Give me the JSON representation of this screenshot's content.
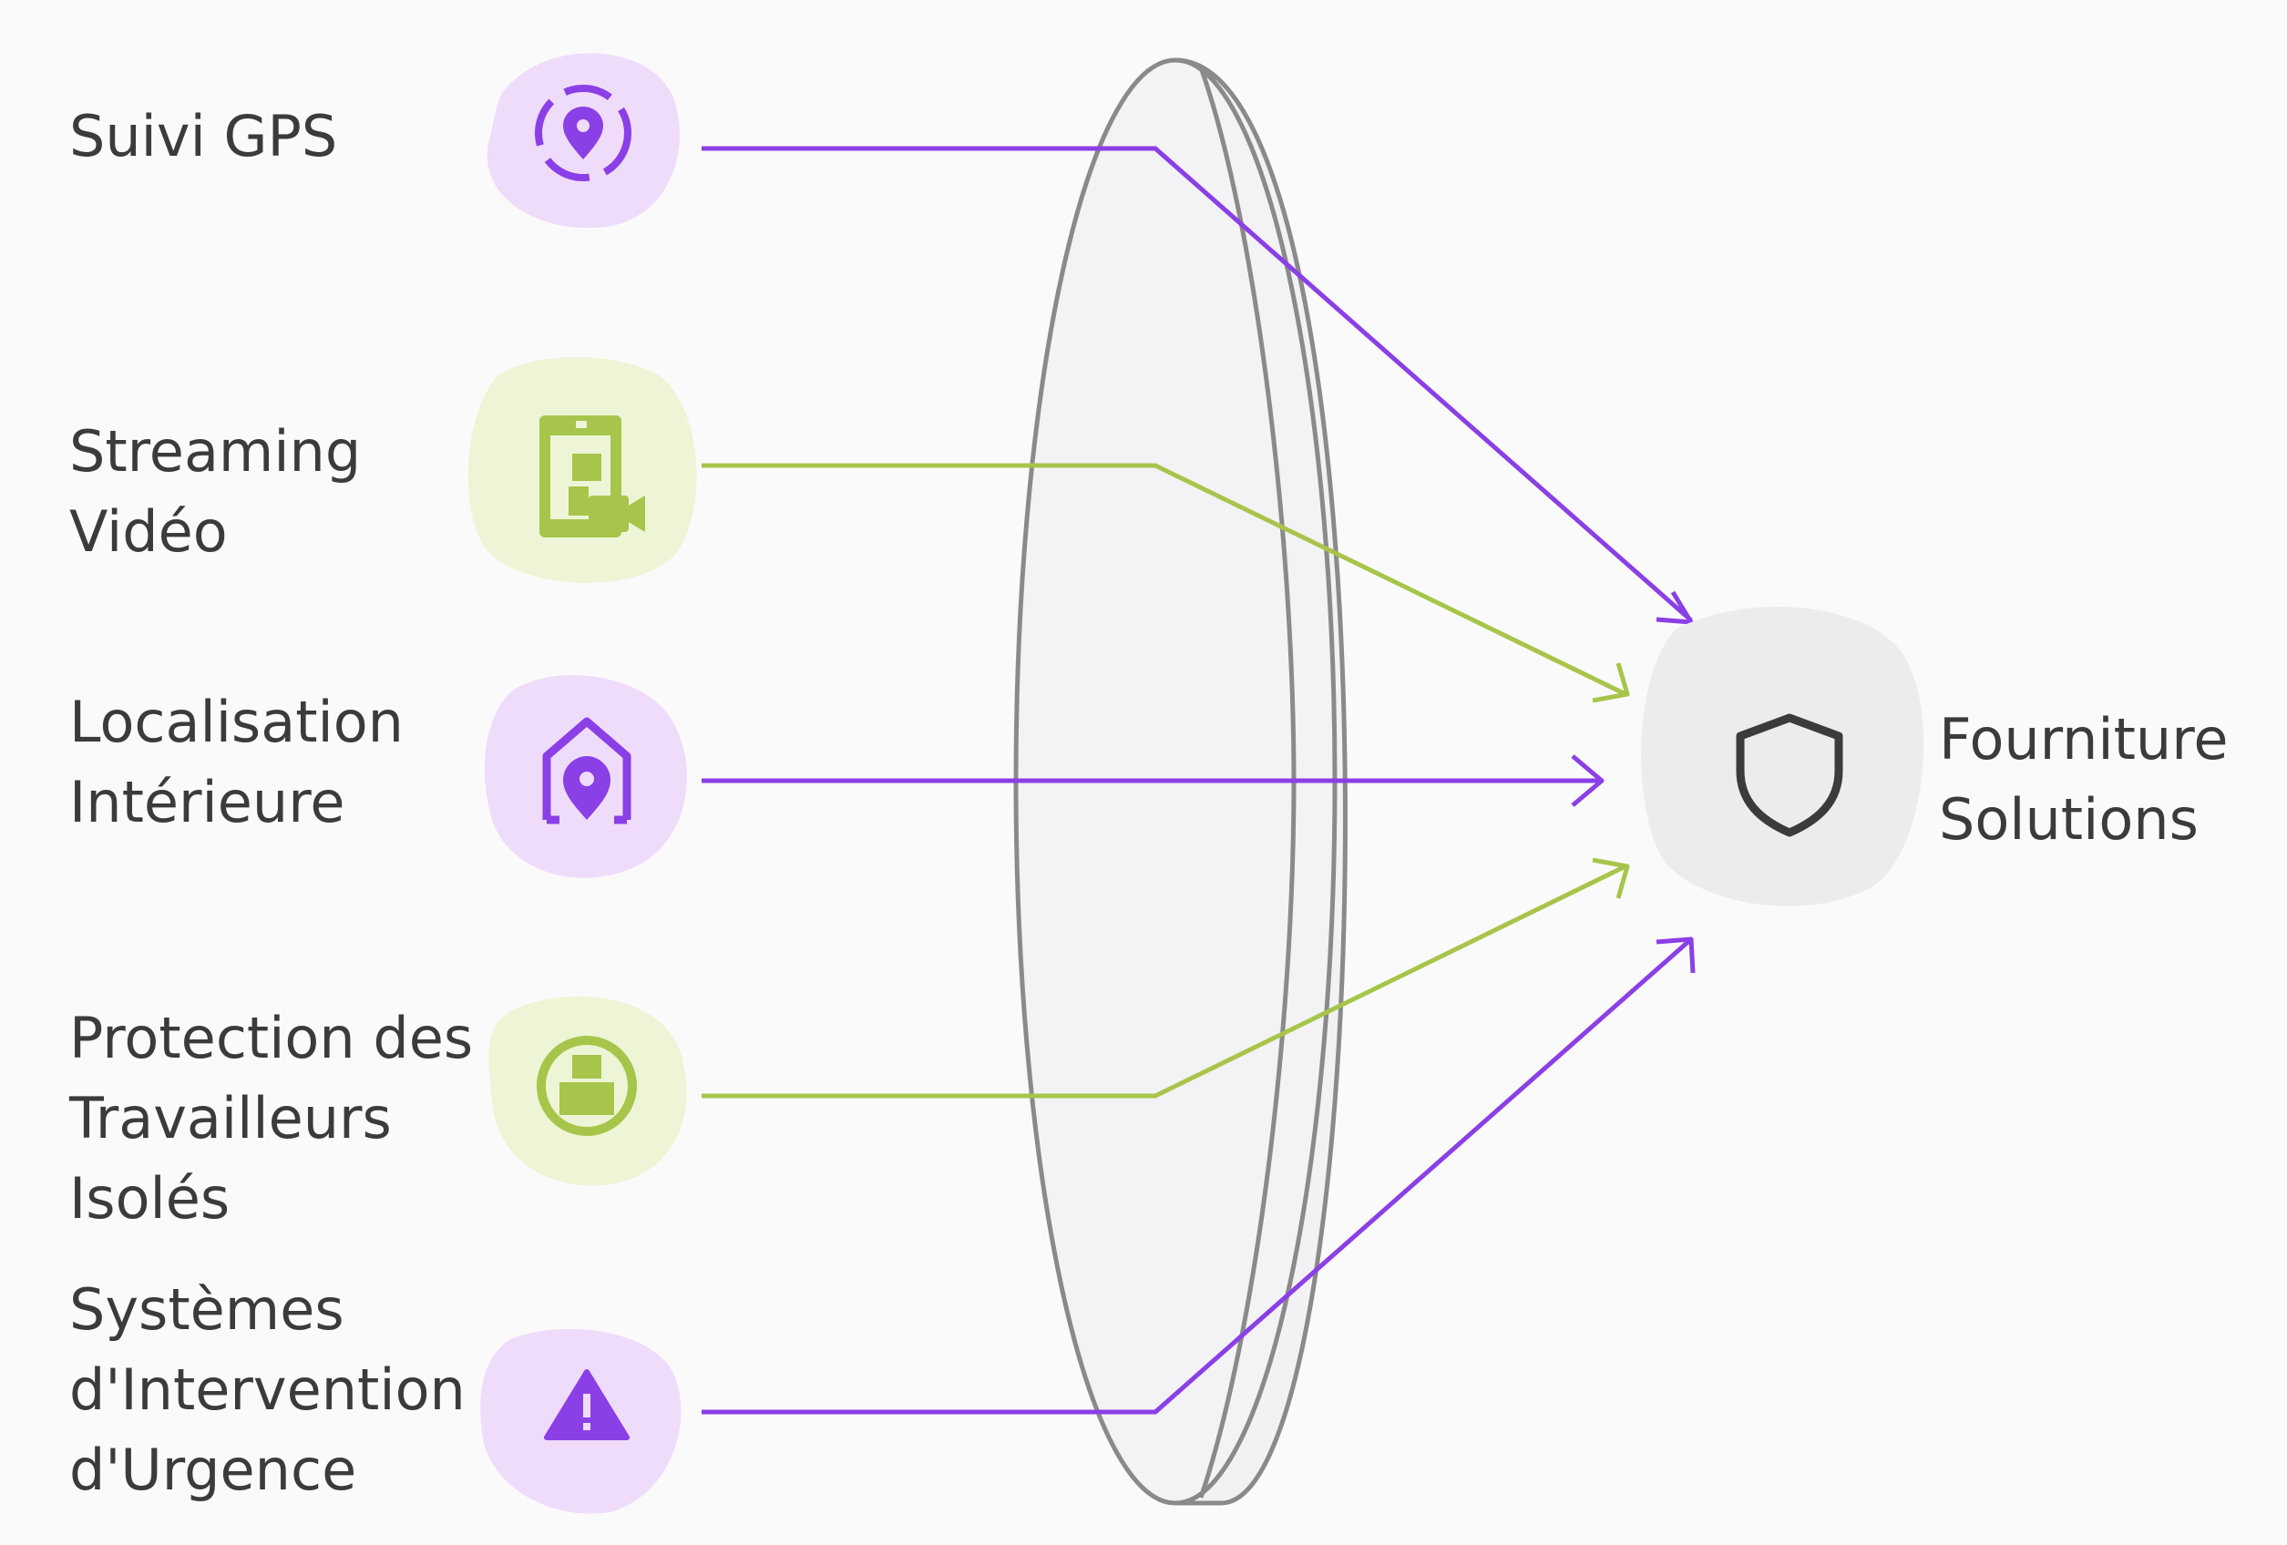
{
  "colors": {
    "purple": "#8b3fe6",
    "green": "#a7c54a",
    "purple_bg": "#efdcfb",
    "green_bg": "#eef5d7",
    "gray_bg": "#ececee",
    "lens_stroke": "#8a8a8a",
    "text": "#3b3b3b"
  },
  "sources": [
    {
      "lines": [
        "Suivi GPS"
      ],
      "icon": "gps-location-icon",
      "color": "purple"
    },
    {
      "lines": [
        "Streaming",
        "Vidéo"
      ],
      "icon": "video-streaming-icon",
      "color": "green"
    },
    {
      "lines": [
        "Localisation",
        "Intérieure"
      ],
      "icon": "indoor-location-icon",
      "color": "purple"
    },
    {
      "lines": [
        "Protection des",
        "Travailleurs",
        "Isolés"
      ],
      "icon": "lone-worker-icon",
      "color": "green"
    },
    {
      "lines": [
        "Systèmes",
        "d'Intervention",
        "d'Urgence"
      ],
      "icon": "warning-icon",
      "color": "purple"
    }
  ],
  "target": {
    "lines": [
      "Fourniture",
      "Solutions"
    ],
    "icon": "shield-icon"
  }
}
